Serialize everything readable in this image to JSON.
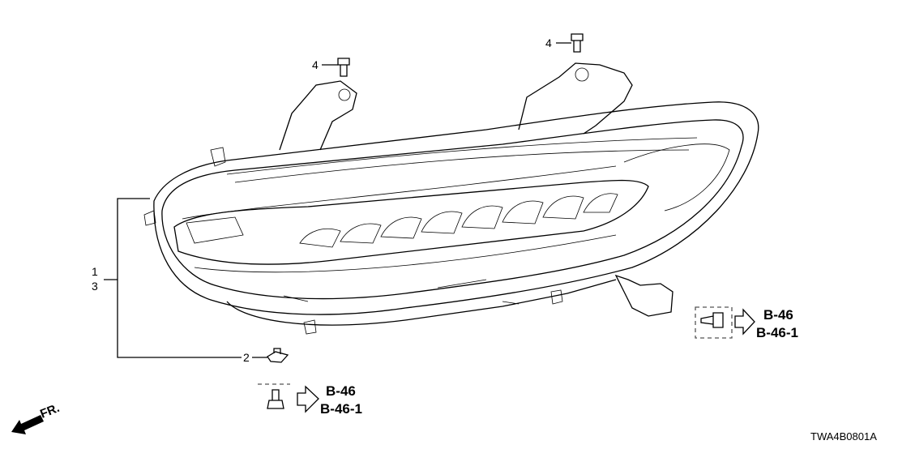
{
  "diagram": {
    "callouts": {
      "part_1": "1",
      "part_3": "3",
      "part_2": "2",
      "part_4a": "4",
      "part_4b": "4"
    },
    "references": {
      "lower": {
        "line1": "B-46",
        "line2": "B-46-1"
      },
      "right": {
        "line1": "B-46",
        "line2": "B-46-1"
      }
    },
    "front_indicator": "FR.",
    "diagram_code": "TWA4B0801A"
  }
}
